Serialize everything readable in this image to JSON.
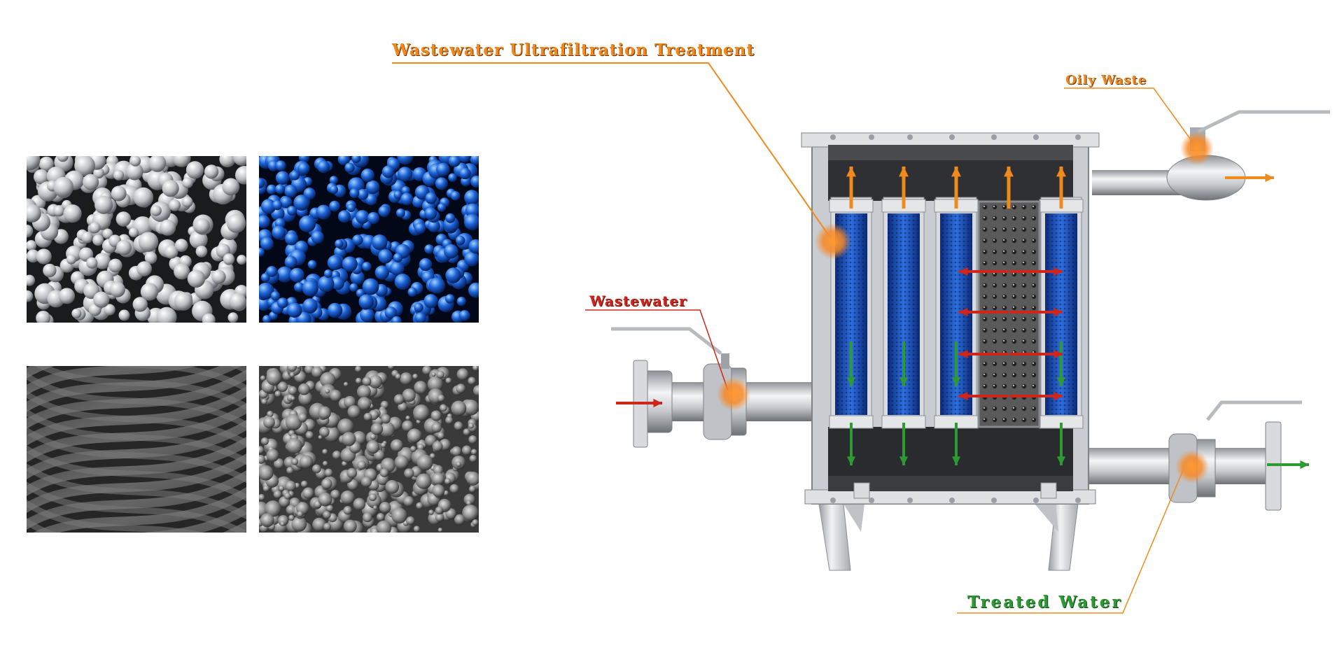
{
  "labels": {
    "title": "Wastewater Ultrafiltration Treatment",
    "oily_waste": "Oily Waste",
    "wastewater": "Wastewater",
    "treated_water": "Treated Water"
  },
  "colors": {
    "orange": "#f08a1c",
    "red": "#d0251b",
    "green": "#2e9a34",
    "blue": "#1f4fbf",
    "steel": "#c9ccd0"
  },
  "photos": [
    {
      "name": "white-spheres-micrograph"
    },
    {
      "name": "blue-spheres-micrograph"
    },
    {
      "name": "gray-fiber-micrograph"
    },
    {
      "name": "porous-surface-micrograph"
    }
  ]
}
